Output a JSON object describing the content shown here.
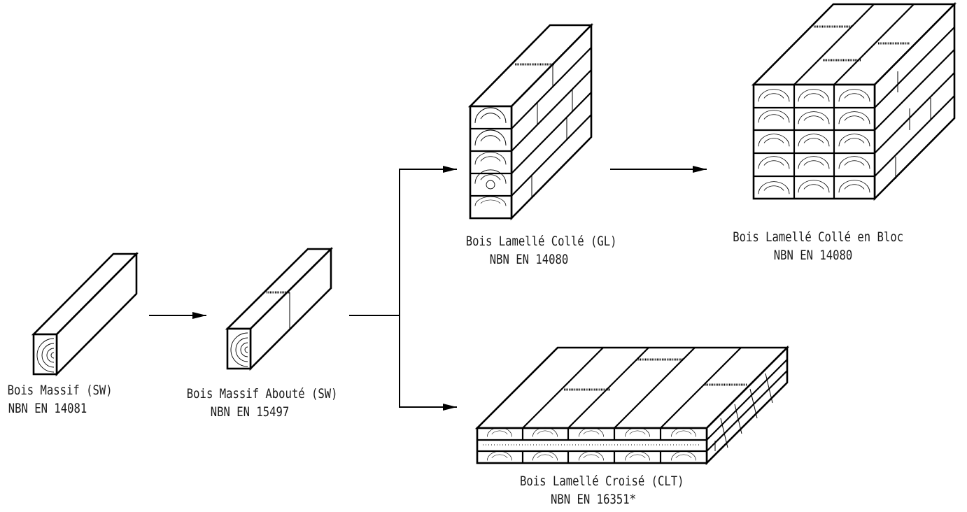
{
  "diagram": {
    "products": [
      {
        "id": "sw",
        "name": "Bois Massif (SW)",
        "standard": "NBN EN 14081"
      },
      {
        "id": "swa",
        "name": "Bois Massif Abouté (SW)",
        "standard": "NBN EN 15497"
      },
      {
        "id": "gl",
        "name": "Bois Lamellé Collé (GL)",
        "standard": "NBN EN 14080"
      },
      {
        "id": "glb",
        "name": "Bois Lamellé Collé en Bloc",
        "standard": "NBN EN 14080"
      },
      {
        "id": "clt",
        "name": "Bois Lamellé Croisé (CLT)",
        "standard": "NBN EN 16351*"
      }
    ],
    "flows": [
      {
        "from": "sw",
        "to": "swa"
      },
      {
        "from": "swa",
        "to": "gl"
      },
      {
        "from": "swa",
        "to": "clt"
      },
      {
        "from": "gl",
        "to": "glb"
      }
    ],
    "colors": {
      "line": "#000000",
      "text": "#1a1a1a",
      "background": "#ffffff"
    }
  }
}
